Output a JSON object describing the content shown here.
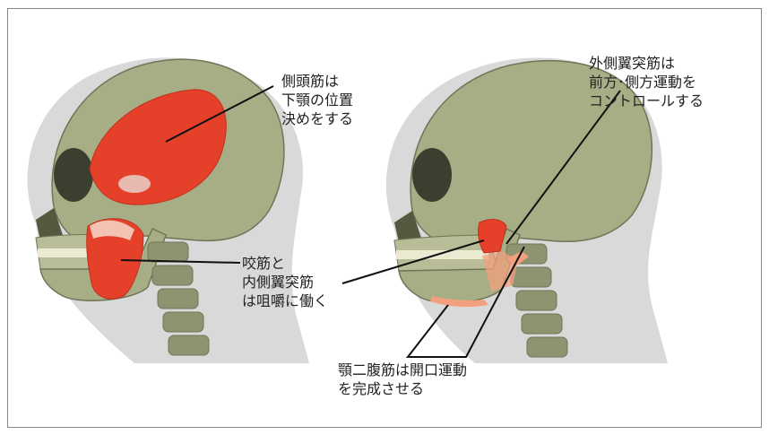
{
  "labels": {
    "temporalis": [
      "側頭筋は",
      "下顎の位置",
      "決めをする"
    ],
    "lateral_pterygoid": [
      "外側翼突筋は",
      "前方･側方運動を",
      "コントロールする"
    ],
    "masseter_medial": [
      "咬筋と",
      "内側翼突筋",
      "は咀嚼に働く"
    ],
    "digastric": [
      "顎二腹筋は開口運動",
      "を完成させる"
    ]
  },
  "colors": {
    "bone": "#a7ad85",
    "bone_dark": "#6f7557",
    "muscle": "#e5402a",
    "muscle_light": "#f2a07f",
    "shadow": "#d9d9d9",
    "line": "#111111"
  }
}
